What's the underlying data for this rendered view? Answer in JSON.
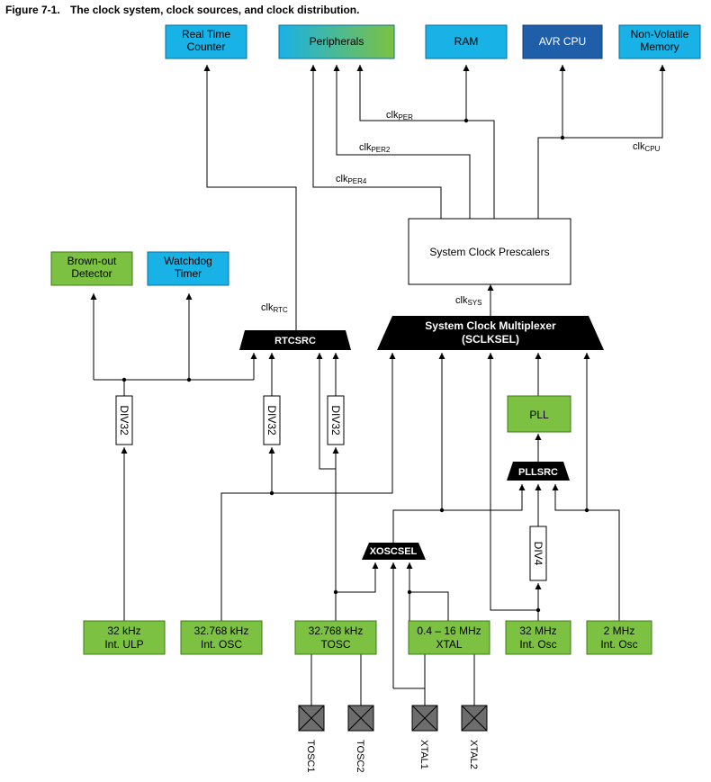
{
  "caption": {
    "figure_number": "Figure 7-1.",
    "title": "The clock system, clock sources, and clock distribution."
  },
  "colors": {
    "cyan_box": "#19b2e6",
    "cyan_box_border": "#0c6e95",
    "avr_cpu": "#1f5fa9",
    "green_box": "#7cc142",
    "green_box_border": "#3e7a1c",
    "peripherals_gradient_start": "#19b2e6",
    "peripherals_gradient_end": "#7cc142",
    "mux": "#000000"
  },
  "consumers": {
    "rtc": [
      "Real Time",
      "Counter"
    ],
    "peripherals": "Peripherals",
    "ram": "RAM",
    "avr_cpu": "AVR CPU",
    "nvm": [
      "Non-Volatile",
      "Memory"
    ],
    "bod": [
      "Brown-out",
      "Detector"
    ],
    "wdt": [
      "Watchdog",
      "Timer"
    ]
  },
  "blocks": {
    "prescalers": "System Clock Prescalers",
    "sysmux": [
      "System Clock Multiplexer",
      "(SCLKSEL)"
    ],
    "rtcsrc": "RTCSRC",
    "xoscsel": "XOSCSEL",
    "pllsrc": "PLLSRC",
    "pll": "PLL",
    "div32": "DIV32",
    "div4": "DIV4"
  },
  "clocks": {
    "per": {
      "main": "clk",
      "sub": "PER"
    },
    "per2": {
      "main": "clk",
      "sub": "PER2"
    },
    "per4": {
      "main": "clk",
      "sub": "PER4"
    },
    "cpu": {
      "main": "clk",
      "sub": "CPU"
    },
    "sys": {
      "main": "clk",
      "sub": "SYS"
    },
    "rtc": {
      "main": "clk",
      "sub": "RTC"
    }
  },
  "sources": {
    "ulp": [
      "32 kHz",
      "Int. ULP"
    ],
    "osc32k": [
      "32.768 kHz",
      "Int. OSC"
    ],
    "tosc": [
      "32.768 kHz",
      "TOSC"
    ],
    "xtal": [
      "0.4 – 16 MHz",
      "XTAL"
    ],
    "rc32m": [
      "32 MHz",
      "Int. Osc"
    ],
    "rc2m": [
      "2 MHz",
      "Int. Osc"
    ]
  },
  "pins": [
    "TOSC1",
    "TOSC2",
    "XTAL1",
    "XTAL2"
  ]
}
